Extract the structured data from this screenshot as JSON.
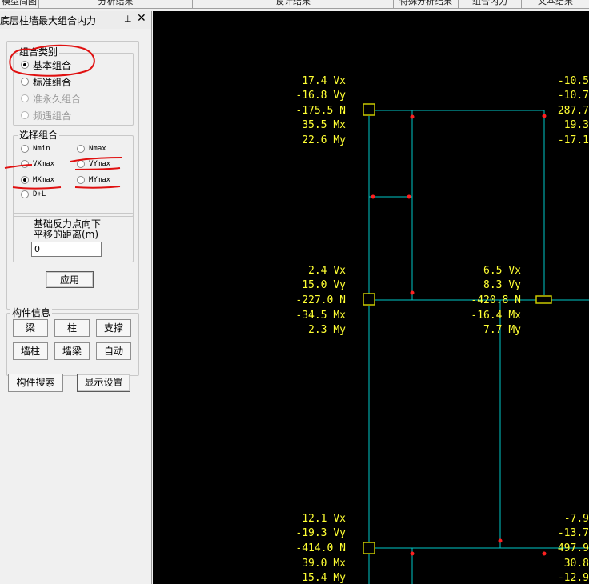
{
  "topbar": {
    "tabs": [
      "模型简图",
      "分析结果",
      "设计结果",
      "特殊分析结果",
      "组合内力",
      "文本结果"
    ]
  },
  "panel": {
    "title": "底层柱墙最大组合内力",
    "pin": "⊥",
    "close": "✕",
    "combo_type": {
      "legend": "组合类别",
      "options": [
        {
          "label": "基本组合",
          "selected": true,
          "enabled": true
        },
        {
          "label": "标准组合",
          "selected": false,
          "enabled": true
        },
        {
          "label": "准永久组合",
          "selected": false,
          "enabled": false
        },
        {
          "label": "频遇组合",
          "selected": false,
          "enabled": false
        }
      ]
    },
    "select_combo": {
      "legend": "选择组合",
      "options": [
        {
          "label": "Nmin",
          "selected": false
        },
        {
          "label": "Nmax",
          "selected": false
        },
        {
          "label": "VXmax",
          "selected": false
        },
        {
          "label": "VYmax",
          "selected": false
        },
        {
          "label": "MXmax",
          "selected": true
        },
        {
          "label": "MYmax",
          "selected": false
        },
        {
          "label": "D+L",
          "selected": false
        }
      ]
    },
    "distance": {
      "label_line1": "基础反力点向下",
      "label_line2": "平移的距离(m)",
      "value": "0"
    },
    "apply_button": "应用",
    "member_info": {
      "legend": "构件信息",
      "buttons": [
        "梁",
        "柱",
        "支撑",
        "墙柱",
        "墙梁",
        "自动"
      ]
    },
    "search_button": "构件搜索",
    "display_button": "显示设置"
  },
  "canvas": {
    "colors": {
      "background": "#000000",
      "line": "#00c8c8",
      "text": "#ffff33",
      "node": "#ff2020"
    },
    "force_blocks": [
      {
        "lines": [
          "17.4 Vx",
          "-16.8 Vy",
          "-175.5 N",
          "35.5 Mx",
          "22.6 My"
        ]
      },
      {
        "lines": [
          "-10.5",
          "-10.7",
          "287.7",
          "19.3",
          "-17.1"
        ]
      },
      {
        "lines": [
          "2.4 Vx",
          "15.0 Vy",
          "-227.0 N",
          "-34.5 Mx",
          "2.3 My"
        ]
      },
      {
        "lines": [
          "6.5 Vx",
          "8.3 Vy",
          "-420.8 N",
          "-16.4 Mx",
          "7.7 My"
        ]
      },
      {
        "lines": [
          "12.1 Vx",
          "-19.3 Vy",
          "-414.0 N",
          "39.0 Mx",
          "15.4 My"
        ]
      },
      {
        "lines": [
          "-7.9",
          "-13.7",
          "497.9",
          "30.8",
          "-12.9"
        ]
      }
    ]
  }
}
